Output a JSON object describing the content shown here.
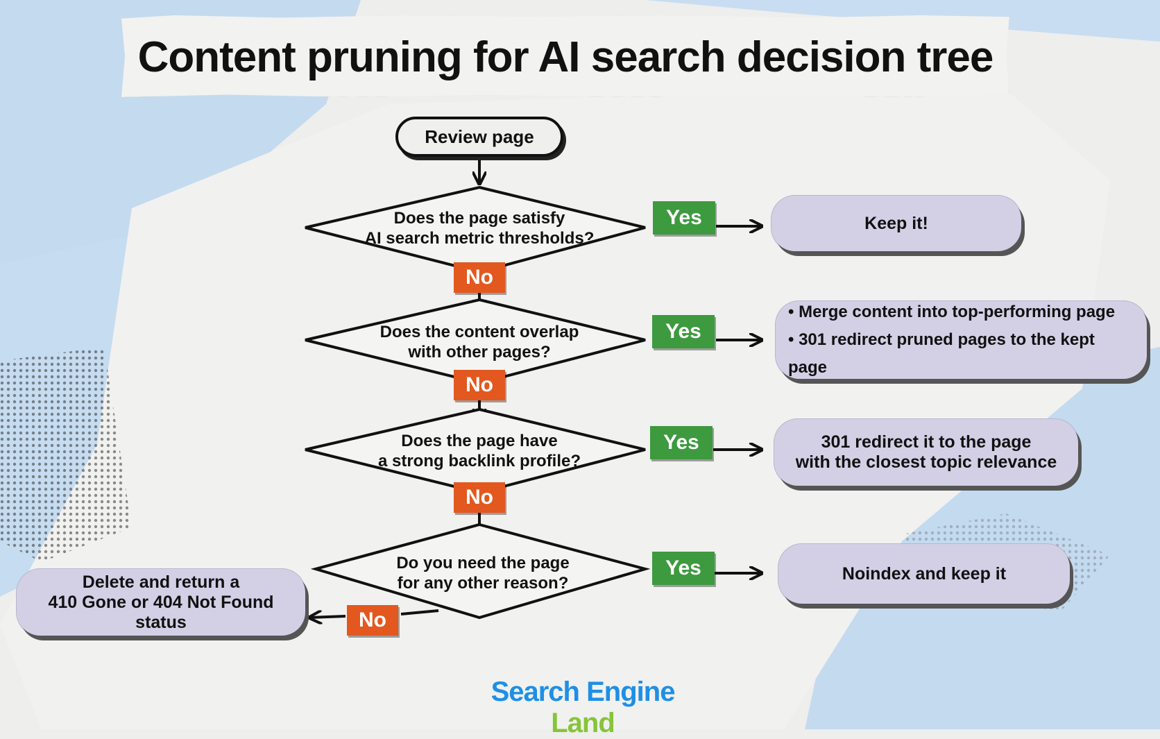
{
  "title": "Content pruning for AI search decision tree",
  "start": "Review page",
  "questions": [
    {
      "line1": "Does the page satisfy",
      "line2": "AI search metric thresholds?"
    },
    {
      "line1": "Does the content overlap",
      "line2": "with other pages?"
    },
    {
      "line1": "Does the page have",
      "line2": "a strong backlink profile?"
    },
    {
      "line1": "Do you need the page",
      "line2": "for any other reason?"
    }
  ],
  "yes_label": "Yes",
  "no_label": "No",
  "outcomes": {
    "keep": "Keep it!",
    "merge": [
      "Merge content into top-performing page",
      "301 redirect pruned pages to the kept page"
    ],
    "redirect": {
      "line1": "301 redirect it to the page",
      "line2": "with the closest topic relevance"
    },
    "noindex": "Noindex and keep it",
    "delete": {
      "line1": "Delete and return a",
      "line2": "410 Gone or 404 Not Found status"
    }
  },
  "logo": {
    "part1": "Search Engine",
    "part2": "Land",
    "color1": "#1e8fe6",
    "color2": "#86c43a"
  },
  "colors": {
    "yes": "#3d9a3f",
    "no": "#e2581f",
    "outcome": "#d3d0e6",
    "paper": "#eeeeec",
    "blue": "#c4daef"
  }
}
